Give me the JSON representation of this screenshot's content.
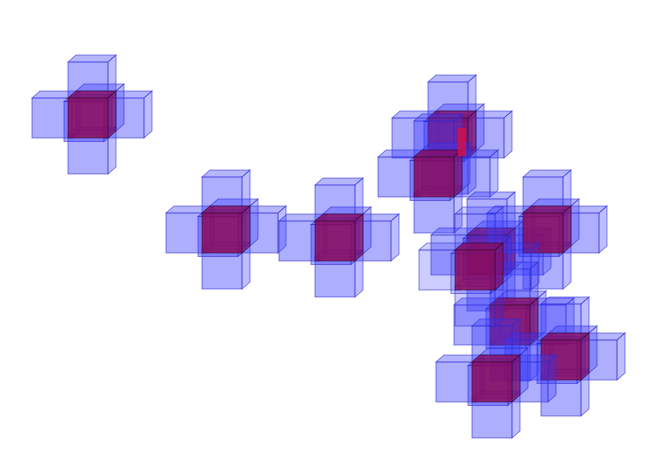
{
  "scene": {
    "background_color": "#ffffff",
    "colors": {
      "neighbor_fill": "#3b3bff",
      "neighbor_stroke": "#2a2ad0",
      "center_fill": "#8b0a5a",
      "center_stroke": "#2b0a22",
      "highlight_fill": "#d4104a"
    },
    "clusters": [
      {
        "name": "cluster-1",
        "shape": "plus"
      },
      {
        "name": "cluster-2",
        "shape": "plus"
      },
      {
        "name": "cluster-3",
        "shape": "plus"
      },
      {
        "name": "cluster-4",
        "shape": "plus"
      },
      {
        "name": "cluster-5",
        "shape": "plus"
      },
      {
        "name": "cluster-6",
        "shape": "plus"
      },
      {
        "name": "cluster-7",
        "shape": "plus"
      },
      {
        "name": "cluster-8",
        "shape": "plus"
      },
      {
        "name": "cluster-9",
        "shape": "plus"
      },
      {
        "name": "cluster-10",
        "shape": "plus"
      },
      {
        "name": "cluster-11",
        "shape": "plus"
      }
    ]
  }
}
